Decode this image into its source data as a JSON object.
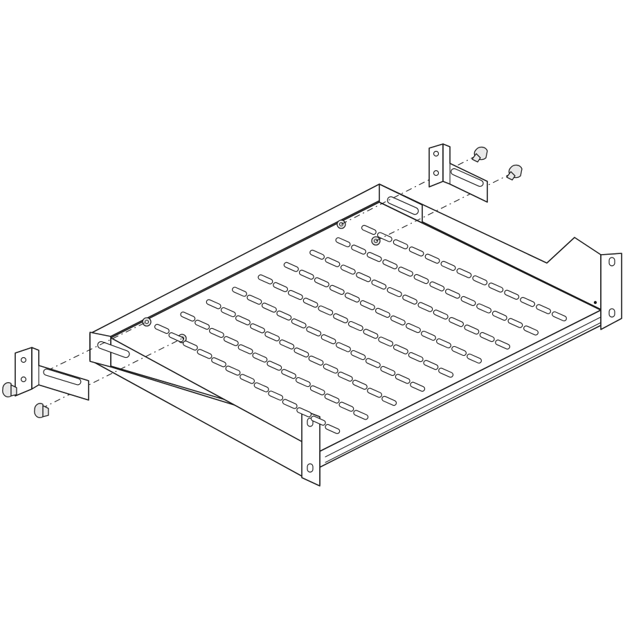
{
  "figure": {
    "caption": "",
    "parts": [
      {
        "name": "rack-shelf",
        "kind": "vented tray"
      },
      {
        "name": "rear-support-bracket",
        "count": 2
      },
      {
        "name": "mounting-screw",
        "count": 4
      },
      {
        "name": "cage-nut",
        "count": 4
      }
    ],
    "colors": {
      "line": "#1a1a1a",
      "background": "#ffffff",
      "hardware_fill": "#e9e9e9"
    },
    "vent_grid": {
      "rows": 13,
      "columns": 9
    }
  }
}
